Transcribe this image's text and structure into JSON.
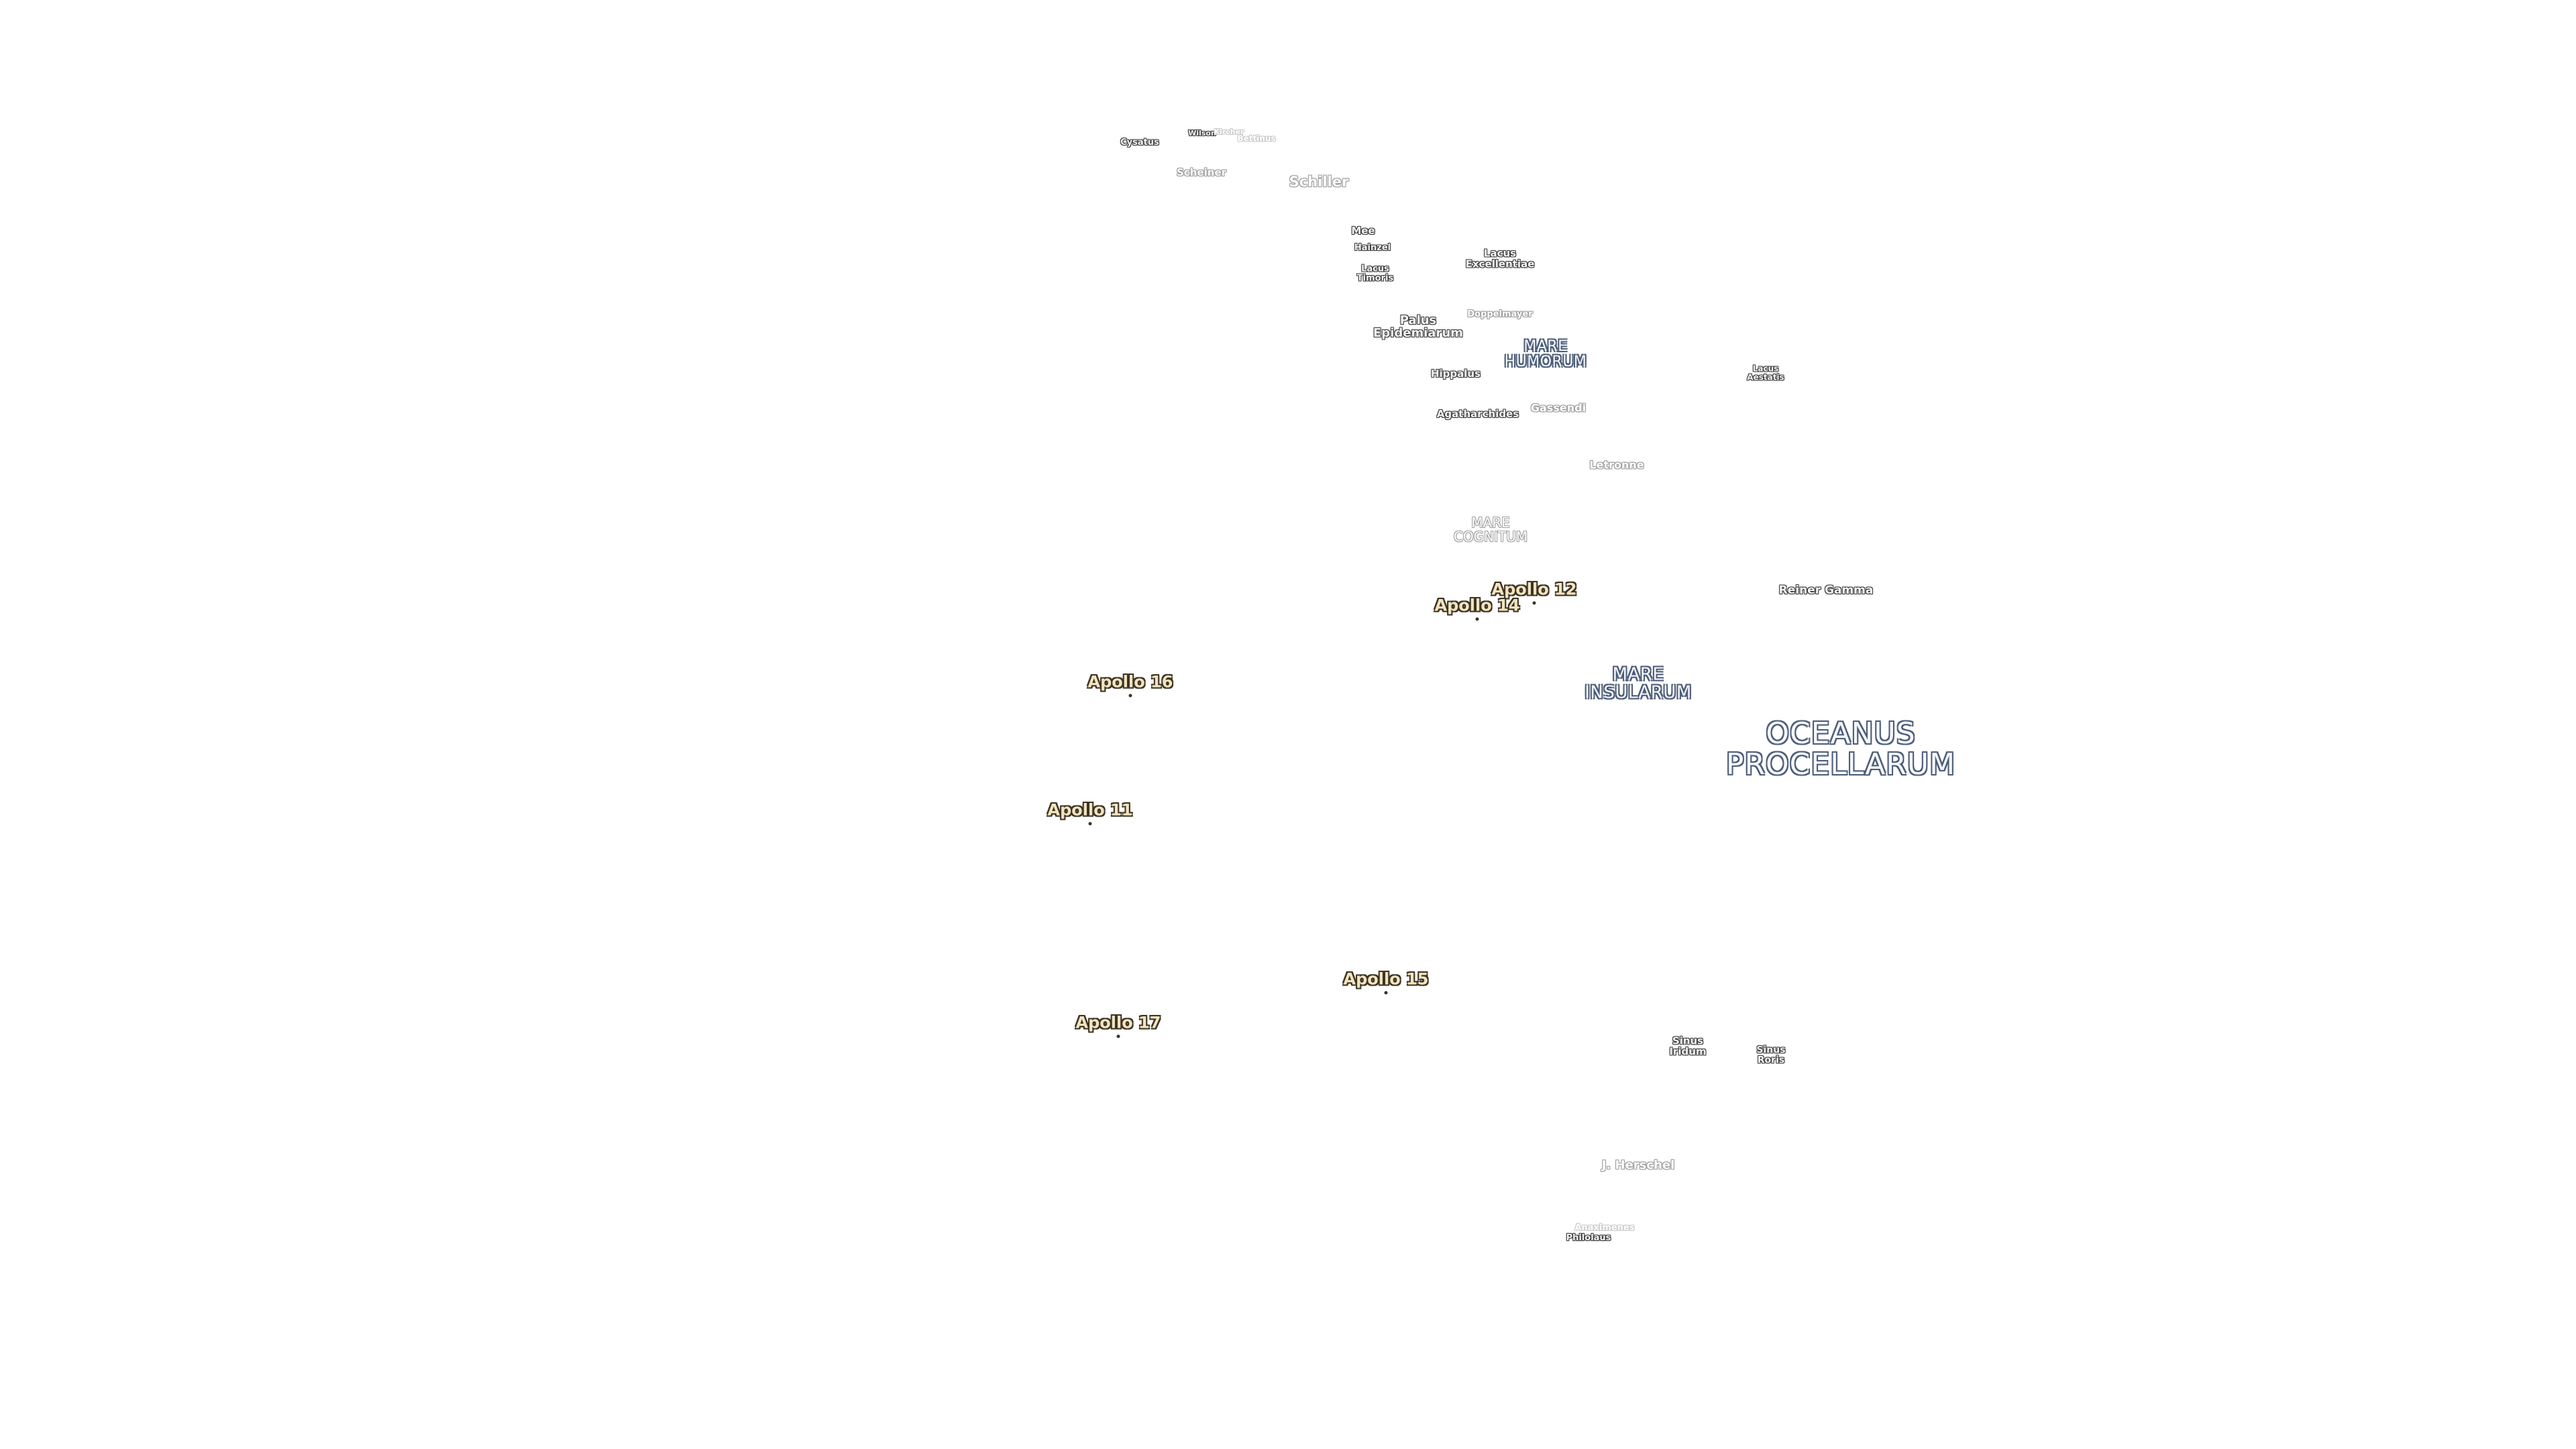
{
  "labels": {
    "cysatus": "Cysatus",
    "wilson": "Wilson",
    "kircher": "Kircher",
    "bettinus": "Bettinus",
    "scheiner": "Scheiner",
    "schiller": "Schiller",
    "mee": "Mee",
    "hainzel": "Hainzel",
    "lacus_timoris": [
      "Lacus",
      "Timoris"
    ],
    "lacus_excellentiae": [
      "Lacus",
      "Excellentiae"
    ],
    "doppelmayer": "Doppelmayer",
    "palus_epidemiarum": [
      "Palus",
      "Epidemiarum"
    ],
    "mare_humorum": [
      "MARE",
      "HUMORUM"
    ],
    "lacus_aestatis": [
      "Lacus",
      "Aestatis"
    ],
    "hippalus": "Hippalus",
    "agatharchides": "Agatharchides",
    "gassendi": "Gassendi",
    "letronne": "Letronne",
    "mare_cognitum": [
      "MARE",
      "COGNITUM"
    ],
    "reiner_gamma": "Reiner Gamma",
    "mare_insularum": [
      "MARE",
      "INSULARUM"
    ],
    "oceanus_procellarum": [
      "OCEANUS",
      "PROCELLARUM"
    ],
    "sinus_iridum": [
      "Sinus",
      "Iridum"
    ],
    "sinus_roris": [
      "Sinus",
      "Roris"
    ],
    "j_herschel": "J. Herschel",
    "anaximenes": "Anaximenes",
    "philolaus": "Philolaus"
  },
  "apollo_sites": {
    "apollo_12": "Apollo 12",
    "apollo_14": "Apollo 14",
    "apollo_16": "Apollo 16",
    "apollo_11": "Apollo 11",
    "apollo_15": "Apollo 15",
    "apollo_17": "Apollo 17"
  },
  "colors": {
    "background": "#ffffff",
    "feature_halo": "#3a3a3a",
    "mare_halo": "#4d5d78",
    "apollo_fill": "#f3e3bf",
    "apollo_halo": "#3b3424"
  }
}
